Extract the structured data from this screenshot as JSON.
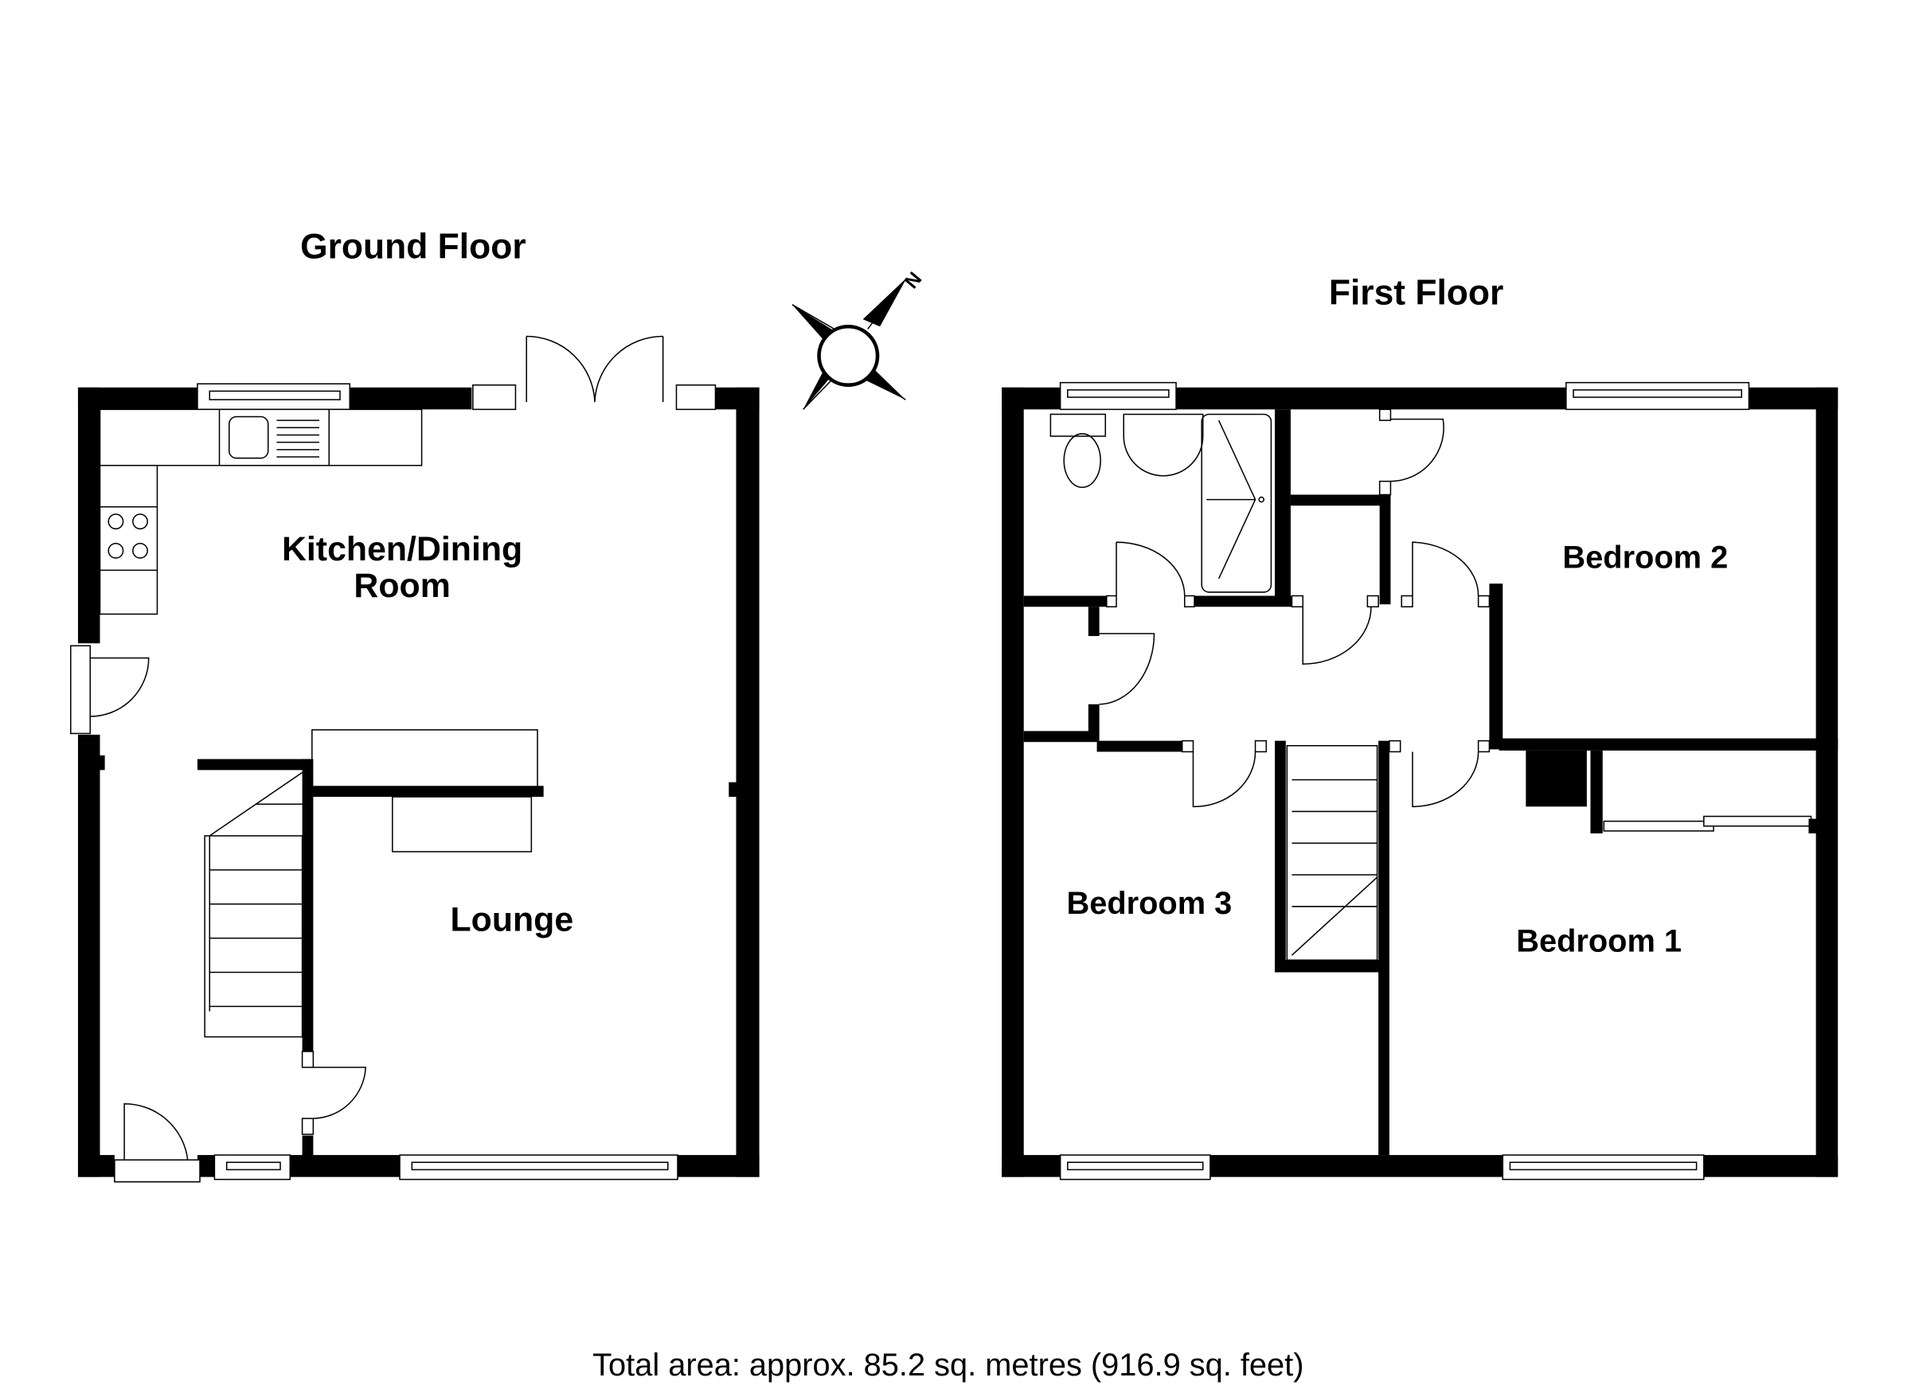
{
  "floors": {
    "ground": {
      "title": "Ground Floor",
      "rooms": [
        {
          "label_line1": "Kitchen/Dining",
          "label_line2": "Room"
        },
        {
          "label_line1": "Lounge"
        }
      ]
    },
    "first": {
      "title": "First Floor",
      "rooms": [
        {
          "label_line1": "Bedroom 2"
        },
        {
          "label_line1": "Bedroom 3"
        },
        {
          "label_line1": "Bedroom 1"
        }
      ]
    }
  },
  "compass": {
    "label": "N"
  },
  "footer": {
    "total_area": "Total area: approx. 85.2 sq. metres (916.9 sq. feet)"
  },
  "colors": {
    "wall": "#000000",
    "background": "#ffffff"
  }
}
